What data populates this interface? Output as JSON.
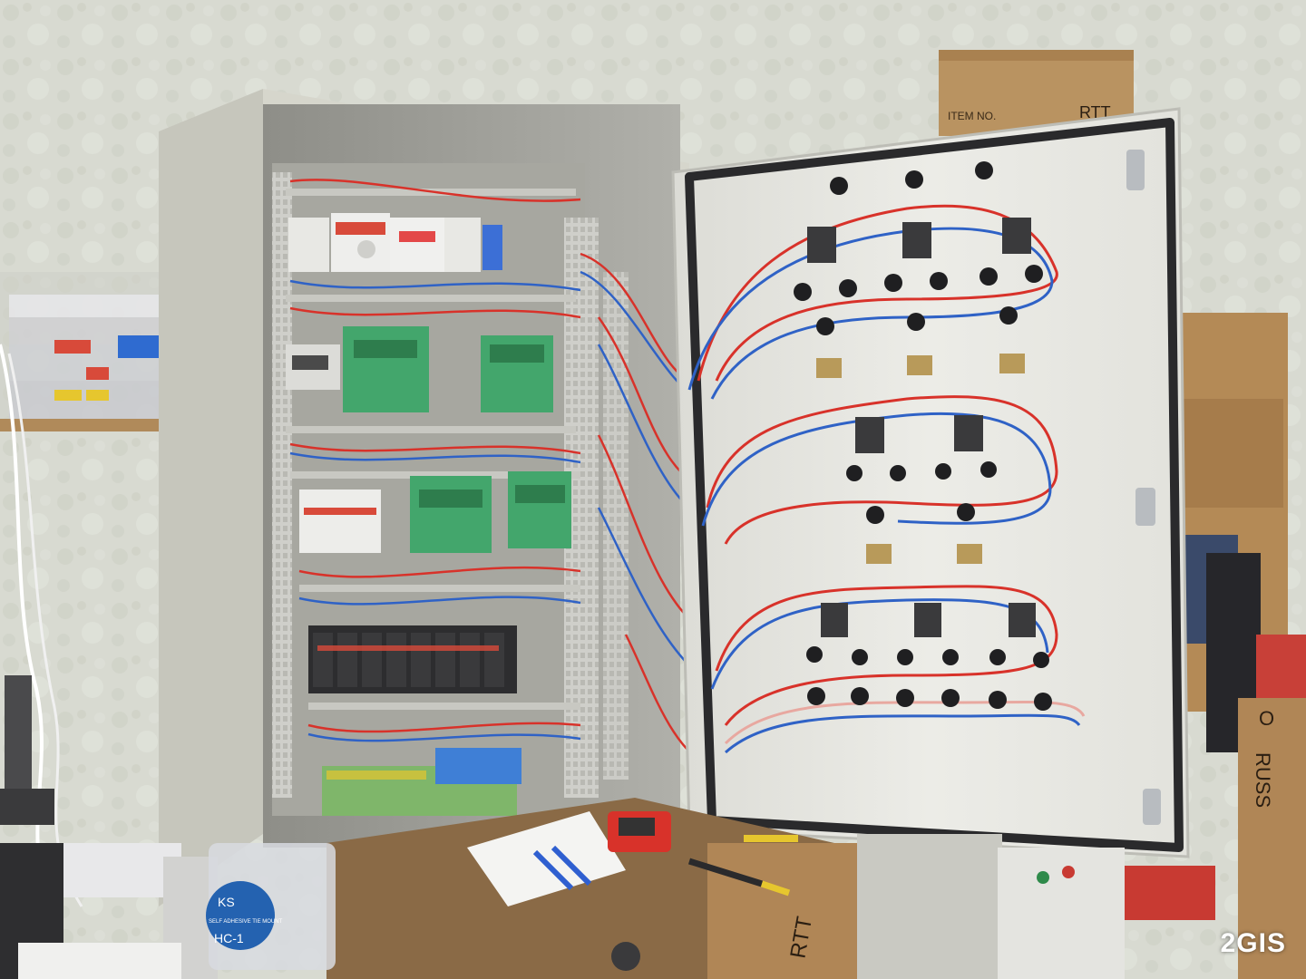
{
  "photo": {
    "watermark": "2GIS",
    "box_texts": {
      "rtt_top": "RTT",
      "rtt_bottom": "RTT",
      "item_no": "ITEM NO.",
      "russ": "RUSS",
      "russ_o": "O",
      "ks": "KS",
      "hc": "HC-1",
      "ks_roll": "SELF ADHESIVE TIE MOUNT"
    },
    "colors": {
      "wall": "#d9dbd2",
      "cabinet": "#d2d2c8",
      "door": "#e6e6e2",
      "wire_red": "#d8322a",
      "wire_blue": "#2f62c6",
      "module_green": "#3aa56a",
      "cardboard": "#b48a56"
    }
  }
}
